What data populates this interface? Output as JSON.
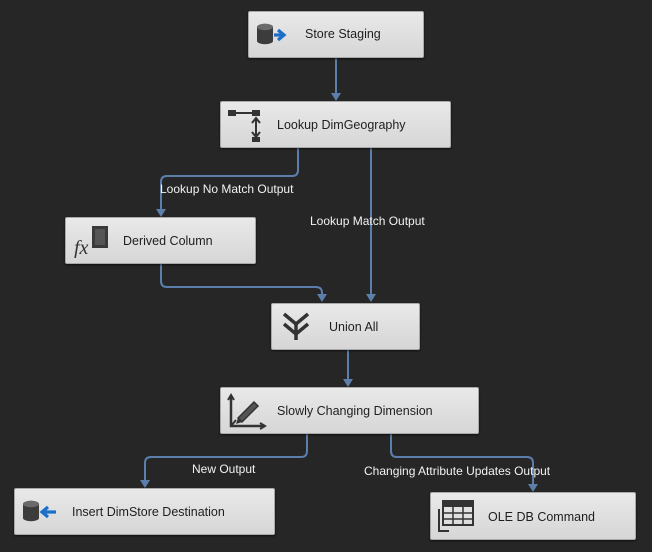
{
  "nodes": {
    "store_staging": {
      "label": "Store Staging",
      "icon": "ole-db-source-icon"
    },
    "lookup": {
      "label": "Lookup DimGeography",
      "icon": "lookup-icon"
    },
    "derived": {
      "label": "Derived Column",
      "icon": "derived-column-fx-icon"
    },
    "union": {
      "label": "Union All",
      "icon": "union-all-icon"
    },
    "scd": {
      "label": "Slowly Changing Dimension",
      "icon": "slowly-changing-dimension-icon"
    },
    "insert_dest": {
      "label": "Insert DimStore Destination",
      "icon": "ole-db-destination-icon"
    },
    "ole_cmd": {
      "label": "OLE DB Command",
      "icon": "ole-db-command-icon"
    }
  },
  "paths": {
    "no_match": "Lookup No Match Output",
    "match": "Lookup Match Output",
    "new_output": "New Output",
    "changing_updates": "Changing Attribute Updates Output"
  },
  "colors": {
    "canvas": "#262626",
    "connector": "#5b7faa",
    "node_fill": "#e0e0e0",
    "label_text": "#f2f2f2"
  }
}
